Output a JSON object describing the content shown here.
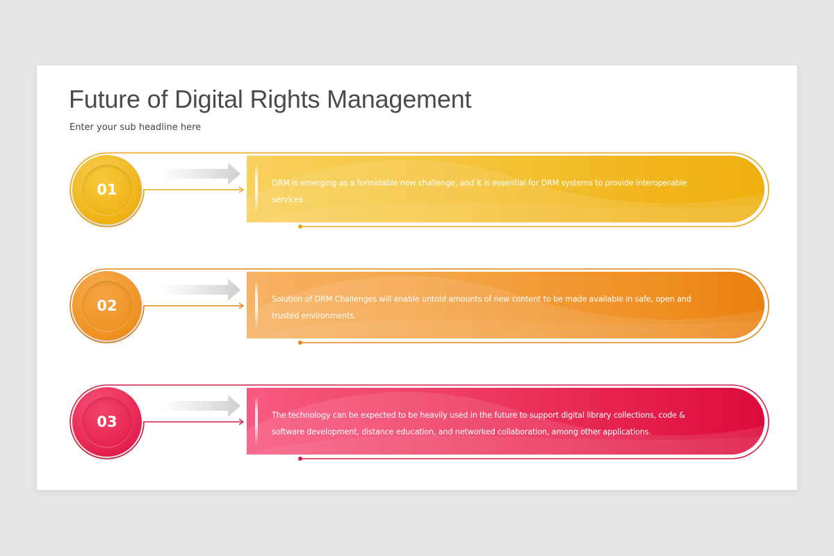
{
  "slide": {
    "title": "Future of Digital Rights Management",
    "subtitle": "Enter your sub headline here"
  },
  "items": [
    {
      "number": "01",
      "text": "DRM is emerging as a formidable new challenge, and it is essential for DRM systems to provide interoperable services.",
      "color": "#f1b51c",
      "color_light": "#f8cf5a",
      "color_dark": "#efb10f",
      "outline": "#e8a817"
    },
    {
      "number": "02",
      "text": "Solution of DRM Challenges will enable untold amounts of new content to be made available in safe, open and trusted environments.",
      "color": "#f0901f",
      "color_light": "#f7ae5a",
      "color_dark": "#ea7f0d",
      "outline": "#e4861a"
    },
    {
      "number": "03",
      "text": "The technology can be expected to be heavily used in the future to support digital library collections, code & software development, distance education, and networked collaboration, among other applications.",
      "color": "#e2204a",
      "color_light": "#f55a7e",
      "color_dark": "#dc0a3a",
      "outline": "#d51d45"
    }
  ],
  "icons": {
    "grey_arrow": "arrow-right",
    "connector_arrow": "arrow-right-thin"
  }
}
